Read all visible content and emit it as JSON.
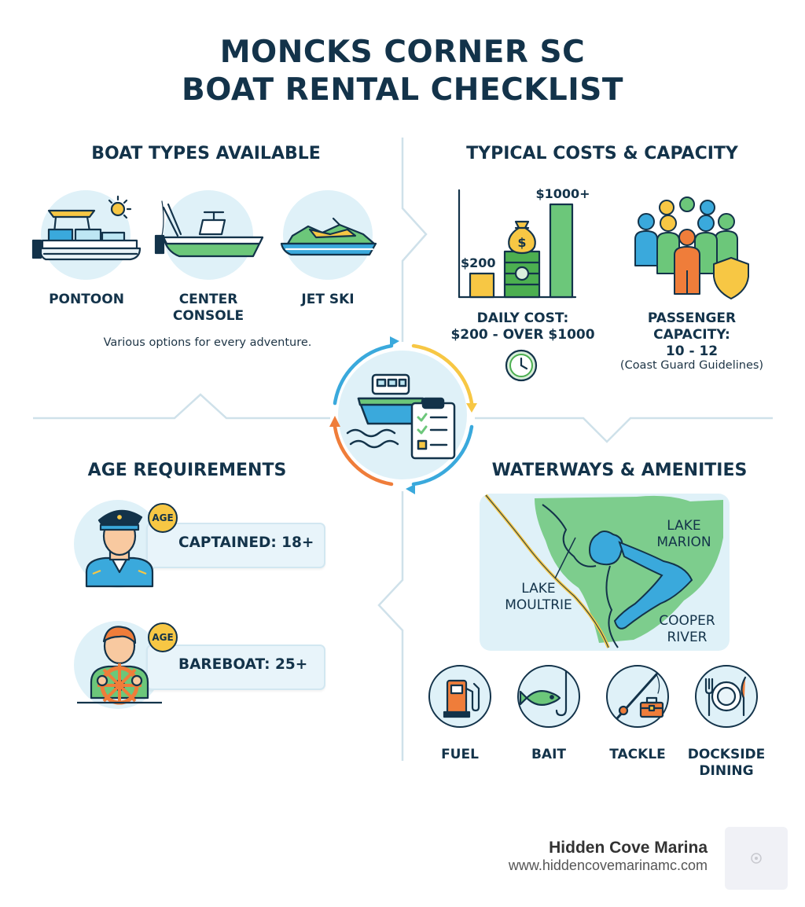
{
  "title": {
    "line1": "MONCKS CORNER SC",
    "line2": "BOAT RENTAL CHECKLIST"
  },
  "boat_types": {
    "heading": "BOAT TYPES AVAILABLE",
    "items": [
      {
        "label": "PONTOON",
        "icon": "pontoon-boat-icon"
      },
      {
        "label_line1": "CENTER",
        "label_line2": "CONSOLE",
        "icon": "center-console-boat-icon"
      },
      {
        "label": "JET SKI",
        "icon": "jet-ski-icon"
      }
    ],
    "caption": "Various options for every adventure."
  },
  "costs": {
    "heading": "TYPICAL COSTS & CAPACITY",
    "chart_low_label": "$200",
    "chart_high_label": "$1000+",
    "daily_cost_line1": "DAILY COST:",
    "daily_cost_line2": "$200 - OVER $1000",
    "capacity_line1": "PASSENGER",
    "capacity_line2": "CAPACITY:",
    "capacity_line3": "10 - 12",
    "capacity_note": "(Coast Guard Guidelines)",
    "colors": {
      "low_bar": "#f7c744",
      "high_bar": "#6cc77a",
      "money": "#4caf50"
    }
  },
  "age": {
    "heading": "AGE REQUIREMENTS",
    "badge": "AGE",
    "captained": "CAPTAINED: 18+",
    "bareboat": "BAREBOAT: 25+"
  },
  "waterways": {
    "heading": "WATERWAYS & AMENITIES",
    "map_labels": {
      "lake_marion_1": "LAKE",
      "lake_marion_2": "MARION",
      "lake_moultrie_1": "LAKE",
      "lake_moultrie_2": "MOULTRIE",
      "cooper_1": "COOPER",
      "cooper_2": "RIVER"
    },
    "amenities": [
      {
        "label": "FUEL",
        "icon": "fuel-pump-icon"
      },
      {
        "label": "BAIT",
        "icon": "fish-hook-icon"
      },
      {
        "label": "TACKLE",
        "icon": "tackle-box-icon"
      },
      {
        "label_line1": "DOCKSIDE",
        "label_line2": "DINING",
        "icon": "dining-icon"
      }
    ]
  },
  "footer": {
    "brand": "Hidden Cove Marina",
    "url": "www.hiddencovemarinamc.com"
  },
  "colors": {
    "navy": "#13334a",
    "light_blue": "#dff1f8",
    "blue": "#3aa9dc",
    "yellow": "#f7c744",
    "orange": "#ef7d3a",
    "green": "#6cc77a"
  }
}
